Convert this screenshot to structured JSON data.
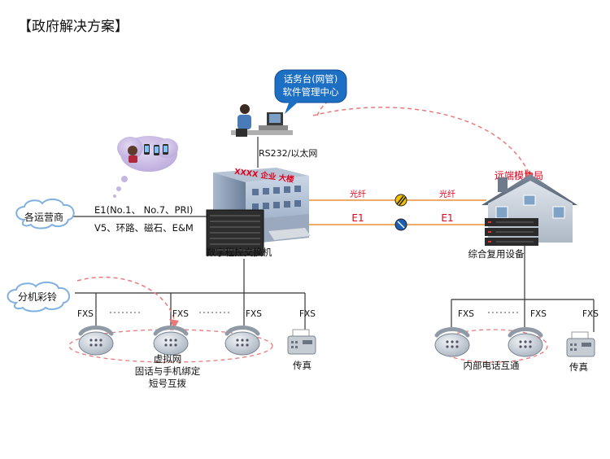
{
  "title": "【政府解决方案】",
  "callout": {
    "line1": "话务台(网管)",
    "line2": "软件管理中心"
  },
  "rs232_label": "RS232/以太网",
  "building_sign": "XXXX 企业 大楼",
  "cloud_operator": "各运营商",
  "cloud_extension": "分机彩铃",
  "e1_label_line1": "E1(No.1、 No.7、PRI)",
  "e1_label_line2": "V5、环路、磁石、E&M",
  "exchange_label": "数字程控交换机",
  "fiber_left": "光纤",
  "fiber_right": "光纤",
  "e1_left": "E1",
  "e1_right": "E1",
  "remote_office": "远端模块局",
  "mux_label": "综合复用设备",
  "fxs": "FXS",
  "fax_label": "传真",
  "virtual_net": {
    "line1": "虚拟网",
    "line2": "固话与手机绑定",
    "line3": "短号互拨"
  },
  "internal_call": "内部电话互通",
  "colors": {
    "accent_red": "#e0001b",
    "cloud": "#7fb1e0",
    "line": "#333333"
  }
}
